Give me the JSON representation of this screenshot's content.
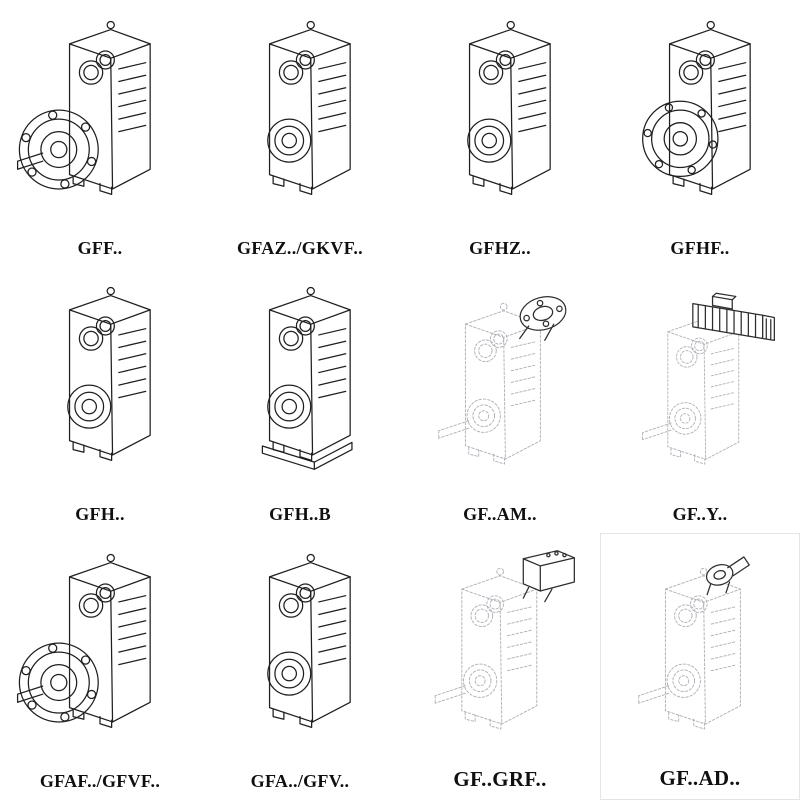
{
  "page": {
    "background": "#ffffff",
    "description_of_content": "Catalog sheet of twelve isometric technical line drawings of F-series parallel shaft helical gear units, each with a model code label"
  },
  "colors": {
    "line": "#1f1f1f",
    "phantom": "#aeaeb6",
    "attach": "#2e2e2e"
  },
  "grid": {
    "columns": 4,
    "rows": 3,
    "cells": [
      {
        "label": "GFF..",
        "front": "flange-shaft",
        "attach": "none",
        "line_style": "solid",
        "base": false
      },
      {
        "label": "GFAZ../GKVF..",
        "front": "hollow",
        "attach": "none",
        "line_style": "solid",
        "base": false
      },
      {
        "label": "GFHZ..",
        "front": "hollow",
        "attach": "none",
        "line_style": "solid",
        "base": false
      },
      {
        "label": "GFHF..",
        "front": "flange",
        "attach": "none",
        "line_style": "solid",
        "base": false
      },
      {
        "label": "GFH..",
        "front": "hollow",
        "attach": "none",
        "line_style": "solid",
        "base": false
      },
      {
        "label": "GFH..B",
        "front": "hollow",
        "attach": "none",
        "line_style": "solid",
        "base": true
      },
      {
        "label": "GF..AM..",
        "front": "hollow-shaft",
        "attach": "adapter",
        "line_style": "phantom",
        "base": false
      },
      {
        "label": "GF..Y..",
        "front": "hollow-shaft",
        "attach": "motor",
        "line_style": "phantom",
        "base": false
      },
      {
        "label": "GFAF../GFVF..",
        "front": "flange-shaft",
        "attach": "none",
        "line_style": "solid",
        "base": false
      },
      {
        "label": "GFA../GFV..",
        "front": "hollow",
        "attach": "none",
        "line_style": "solid",
        "base": false
      },
      {
        "label": "GF..GRF..",
        "front": "hollow-shaft",
        "attach": "cover",
        "line_style": "phantom",
        "base": false
      },
      {
        "label": "GF..AD..",
        "front": "hollow-shaft",
        "attach": "inputshaft",
        "line_style": "phantom",
        "base": false
      }
    ]
  }
}
